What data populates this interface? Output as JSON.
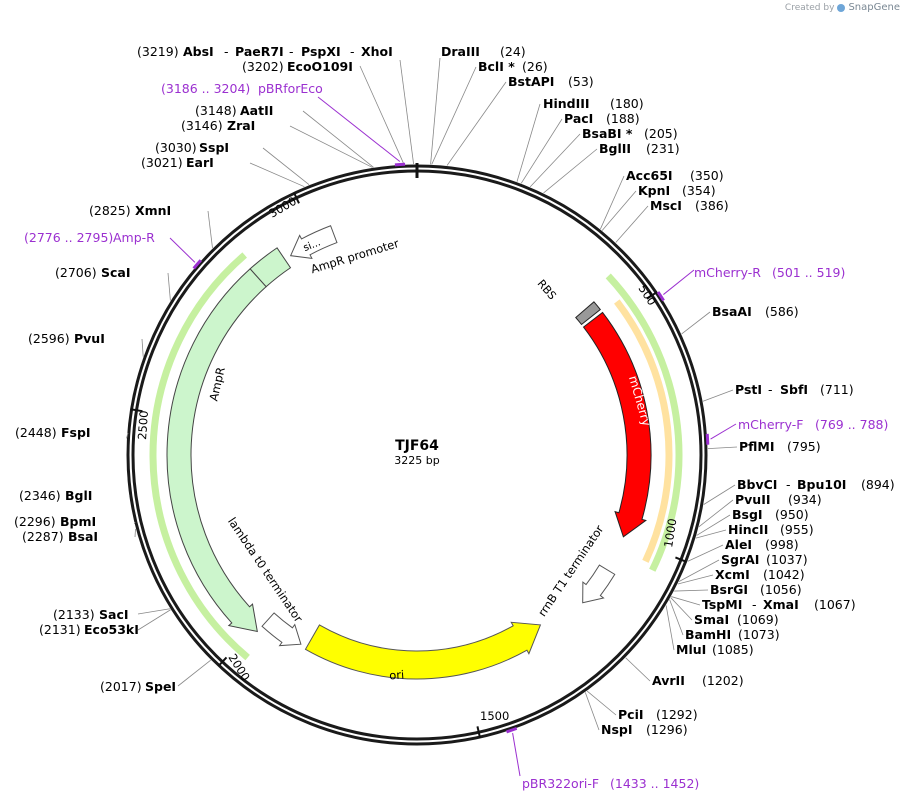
{
  "plasmid": {
    "name": "TJF64",
    "size_label": "3225 bp",
    "length": 3225
  },
  "credit": {
    "prefix": "Created by",
    "brand": "SnapGene"
  },
  "ruler_ticks": [
    {
      "pos": 500,
      "label": "500"
    },
    {
      "pos": 1000,
      "label": "1000"
    },
    {
      "pos": 1500,
      "label": "1500"
    },
    {
      "pos": 2000,
      "label": "2000"
    },
    {
      "pos": 2500,
      "label": "2500"
    },
    {
      "pos": 3000,
      "label": "3000"
    }
  ],
  "sites": [
    {
      "names": [
        "DraIII"
      ],
      "pos_text": "(24)"
    },
    {
      "names": [
        "BclI *"
      ],
      "pos_text": "(26)"
    },
    {
      "names": [
        "BstAPI"
      ],
      "pos_text": "(53)"
    },
    {
      "names": [
        "HindIII"
      ],
      "pos_text": "(180)"
    },
    {
      "names": [
        "PacI"
      ],
      "pos_text": "(188)"
    },
    {
      "names": [
        "BsaBI *"
      ],
      "pos_text": "(205)"
    },
    {
      "names": [
        "BglII"
      ],
      "pos_text": "(231)"
    },
    {
      "names": [
        "Acc65I"
      ],
      "pos_text": "(350)"
    },
    {
      "names": [
        "KpnI"
      ],
      "pos_text": "(354)"
    },
    {
      "names": [
        "MscI"
      ],
      "pos_text": "(386)"
    },
    {
      "names": [
        "BsaAI"
      ],
      "pos_text": "(586)"
    },
    {
      "names": [
        "PstI",
        "SbfI"
      ],
      "pos_text": "(711)"
    },
    {
      "names": [
        "PflMI"
      ],
      "pos_text": "(795)"
    },
    {
      "names": [
        "BbvCI",
        "Bpu10I"
      ],
      "pos_text": "(894)"
    },
    {
      "names": [
        "PvuII"
      ],
      "pos_text": "(934)"
    },
    {
      "names": [
        "BsgI"
      ],
      "pos_text": "(950)"
    },
    {
      "names": [
        "HincII"
      ],
      "pos_text": "(955)"
    },
    {
      "names": [
        "AleI"
      ],
      "pos_text": "(998)"
    },
    {
      "names": [
        "SgrAI"
      ],
      "pos_text": "(1037)"
    },
    {
      "names": [
        "XcmI"
      ],
      "pos_text": "(1042)"
    },
    {
      "names": [
        "BsrGI"
      ],
      "pos_text": "(1056)"
    },
    {
      "names": [
        "TspMI",
        "XmaI"
      ],
      "pos_text": "(1067)"
    },
    {
      "names": [
        "SmaI"
      ],
      "pos_text": "(1069)"
    },
    {
      "names": [
        "BamHI"
      ],
      "pos_text": "(1073)"
    },
    {
      "names": [
        "MluI"
      ],
      "pos_text": "(1085)"
    },
    {
      "names": [
        "AvrII"
      ],
      "pos_text": "(1202)"
    },
    {
      "names": [
        "PciI"
      ],
      "pos_text": "(1292)"
    },
    {
      "names": [
        "NspI"
      ],
      "pos_text": "(1296)"
    },
    {
      "names": [
        "SpeI"
      ],
      "pos_text": "(2017)"
    },
    {
      "names": [
        "SacI"
      ],
      "pos_text": "(2133)"
    },
    {
      "names": [
        "Eco53kI"
      ],
      "pos_text": "(2131)"
    },
    {
      "names": [
        "BpmI"
      ],
      "pos_text": "(2296)"
    },
    {
      "names": [
        "BsaI"
      ],
      "pos_text": "(2287)"
    },
    {
      "names": [
        "BglI"
      ],
      "pos_text": "(2346)"
    },
    {
      "names": [
        "FspI"
      ],
      "pos_text": "(2448)"
    },
    {
      "names": [
        "PvuI"
      ],
      "pos_text": "(2596)"
    },
    {
      "names": [
        "ScaI"
      ],
      "pos_text": "(2706)"
    },
    {
      "names": [
        "XmnI"
      ],
      "pos_text": "(2825)"
    },
    {
      "names": [
        "EarI"
      ],
      "pos_text": "(3021)"
    },
    {
      "names": [
        "SspI"
      ],
      "pos_text": "(3030)"
    },
    {
      "names": [
        "ZraI"
      ],
      "pos_text": "(3146)"
    },
    {
      "names": [
        "AatII"
      ],
      "pos_text": "(3148)"
    },
    {
      "names": [
        "EcoO109I"
      ],
      "pos_text": "(3202)"
    },
    {
      "names": [
        "AbsI",
        "PaeR7I",
        "PspXI",
        "XhoI"
      ],
      "pos_text": "(3219)"
    }
  ],
  "primers": [
    {
      "name": "mCherry-R",
      "range_text": "(501 .. 519)"
    },
    {
      "name": "mCherry-F",
      "range_text": "(769 .. 788)"
    },
    {
      "name": "pBR322ori-F",
      "range_text": "(1433 .. 1452)"
    },
    {
      "name": "Amp-R",
      "range_text": "(2776 .. 2795)"
    },
    {
      "name": "pBRforEco",
      "range_text": "(3186 .. 3204)"
    }
  ],
  "features": [
    {
      "name": "mCherry",
      "color": "#ff0000"
    },
    {
      "name": "RBS",
      "color": "#999999"
    },
    {
      "name": "rrnB T1 terminator",
      "color": "#ffffff"
    },
    {
      "name": "ori",
      "color": "#ffff00"
    },
    {
      "name": "lambda t0 terminator",
      "color": "#ffffff"
    },
    {
      "name": "AmpR",
      "color": "#ccf5cc"
    },
    {
      "name": "si...",
      "color": "#ccf5cc"
    },
    {
      "name": "AmpR promoter",
      "color": "#ffffff"
    }
  ],
  "colors": {
    "primer": "#9b30d0",
    "orf_outline_green": "#3a9a3a",
    "orf_outline_orange": "#e08a00"
  }
}
